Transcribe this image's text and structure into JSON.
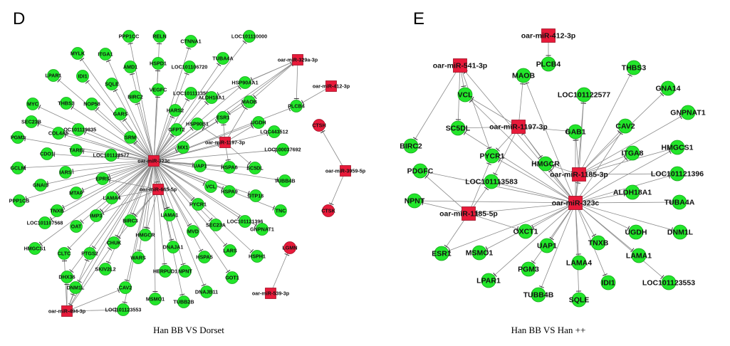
{
  "panels": [
    {
      "letter": "D",
      "caption": "Han BB VS Dorset",
      "hub": "oar-miR-323c",
      "nodes": [
        {
          "id": "hub",
          "label": "oar-miR-323c",
          "type": "mirna"
        },
        {
          "id": "m665",
          "label": "oar-miR-665-5p",
          "type": "mirna"
        },
        {
          "id": "m1197",
          "label": "oar-miR-1197-3p",
          "type": "mirna"
        },
        {
          "id": "m329",
          "label": "oar-miR-329a-3p",
          "type": "mirna"
        },
        {
          "id": "m412",
          "label": "oar-miR-412-3p",
          "type": "mirna"
        },
        {
          "id": "m494",
          "label": "oar-miR-494-3p",
          "type": "mirna"
        },
        {
          "id": "m3959",
          "label": "oar-miR-3959-5p",
          "type": "mirna"
        },
        {
          "id": "m539",
          "label": "oar-miR-539-3p",
          "type": "mirna"
        },
        {
          "id": "CTSH",
          "label": "CTSH",
          "type": "target"
        },
        {
          "id": "CTSK",
          "label": "CTSK",
          "type": "target"
        },
        {
          "id": "LGMN",
          "label": "LGMN",
          "type": "target"
        },
        {
          "id": "PPP1CC",
          "label": "PPP1CC",
          "type": "gene"
        },
        {
          "id": "RELN",
          "label": "RELN",
          "type": "gene"
        },
        {
          "id": "CTNNA1",
          "label": "CTNNA1",
          "type": "gene"
        },
        {
          "id": "LOC101110000",
          "label": "LOC101110000",
          "type": "gene"
        },
        {
          "id": "MYLK",
          "label": "MYLK",
          "type": "gene"
        },
        {
          "id": "ITGA1",
          "label": "ITGA1",
          "type": "gene"
        },
        {
          "id": "AMD1",
          "label": "AMD1",
          "type": "gene"
        },
        {
          "id": "HSPD1",
          "label": "HSPD1",
          "type": "gene"
        },
        {
          "id": "LOC101106720",
          "label": "LOC101106720",
          "type": "gene"
        },
        {
          "id": "TUBA4A",
          "label": "TUBA4A",
          "type": "gene"
        },
        {
          "id": "LPAR1",
          "label": "LPAR1",
          "type": "gene"
        },
        {
          "id": "IDI1",
          "label": "IDI1",
          "type": "gene"
        },
        {
          "id": "SQLE",
          "label": "SQLE",
          "type": "gene"
        },
        {
          "id": "BIRC2",
          "label": "BIRC2",
          "type": "gene"
        },
        {
          "id": "VEGFC",
          "label": "VEGFC",
          "type": "gene"
        },
        {
          "id": "LOC101111350",
          "label": "LOC101111350",
          "type": "gene"
        },
        {
          "id": "HSP90AA1",
          "label": "HSP90AA1",
          "type": "gene"
        },
        {
          "id": "ALDH18A1",
          "label": "ALDH18A1",
          "type": "gene"
        },
        {
          "id": "MAOB",
          "label": "MAOB",
          "type": "gene"
        },
        {
          "id": "PLCB4",
          "label": "PLCB4",
          "type": "gene"
        },
        {
          "id": "MYC",
          "label": "MYC",
          "type": "gene"
        },
        {
          "id": "THBS3",
          "label": "THBS3",
          "type": "gene"
        },
        {
          "id": "NOP58",
          "label": "NOP58",
          "type": "gene"
        },
        {
          "id": "GARS",
          "label": "GARS",
          "type": "gene"
        },
        {
          "id": "HARS2",
          "label": "HARS2",
          "type": "gene"
        },
        {
          "id": "ESR1",
          "label": "ESR1",
          "type": "gene"
        },
        {
          "id": "UGDH",
          "label": "UGDH",
          "type": "gene"
        },
        {
          "id": "SEC23B",
          "label": "SEC23B",
          "type": "gene"
        },
        {
          "id": "LOC101119835",
          "label": "LOC101119835",
          "type": "gene"
        },
        {
          "id": "HSP90B1",
          "label": "HSP90B1",
          "type": "gene"
        },
        {
          "id": "LOC443512",
          "label": "LOC443512",
          "type": "gene"
        },
        {
          "id": "PGM3",
          "label": "PGM3",
          "type": "gene"
        },
        {
          "id": "COL4A5",
          "label": "COL4A5",
          "type": "gene"
        },
        {
          "id": "SRM",
          "label": "SRM",
          "type": "gene"
        },
        {
          "id": "GFPT2",
          "label": "GFPT2",
          "type": "gene"
        },
        {
          "id": "TARB",
          "label": "TARB",
          "type": "gene"
        },
        {
          "id": "MX1",
          "label": "MX1",
          "type": "gene"
        },
        {
          "id": "LOC100037692",
          "label": "LOC100037692",
          "type": "gene"
        },
        {
          "id": "CDO1",
          "label": "CDO1",
          "type": "gene"
        },
        {
          "id": "LOC101122577",
          "label": "LOC101122577",
          "type": "gene"
        },
        {
          "id": "UAP1",
          "label": "UAP1",
          "type": "gene"
        },
        {
          "id": "HSPA6",
          "label": "HSPA6",
          "type": "gene"
        },
        {
          "id": "SC5DL",
          "label": "SC5DL",
          "type": "gene"
        },
        {
          "id": "GCLM",
          "label": "GCLM",
          "type": "gene"
        },
        {
          "id": "IARS",
          "label": "IARS",
          "type": "gene"
        },
        {
          "id": "EPRS",
          "label": "EPRS",
          "type": "gene"
        },
        {
          "id": "TUBB4B",
          "label": "TUBB4B",
          "type": "gene"
        },
        {
          "id": "GNAI1",
          "label": "GNAI1",
          "type": "gene"
        },
        {
          "id": "MTAP",
          "label": "MTAP",
          "type": "gene"
        },
        {
          "id": "LAMA4",
          "label": "LAMA4",
          "type": "gene"
        },
        {
          "id": "VCL",
          "label": "VCL",
          "type": "gene"
        },
        {
          "id": "HSPA9",
          "label": "HSPA9",
          "type": "gene"
        },
        {
          "id": "DTP18",
          "label": "DTP18",
          "type": "gene"
        },
        {
          "id": "PPP1CB",
          "label": "PPP1CB",
          "type": "gene"
        },
        {
          "id": "TNXB",
          "label": "TNXB",
          "type": "gene"
        },
        {
          "id": "IMP3",
          "label": "IMP3",
          "type": "gene"
        },
        {
          "id": "LAMA1",
          "label": "LAMA1",
          "type": "gene"
        },
        {
          "id": "PYCR1",
          "label": "PYCR1",
          "type": "gene"
        },
        {
          "id": "TNC",
          "label": "TNC",
          "type": "gene"
        },
        {
          "id": "LOC101107568",
          "label": "LOC101107568",
          "type": "gene"
        },
        {
          "id": "OAT",
          "label": "OAT",
          "type": "gene"
        },
        {
          "id": "BIRC3",
          "label": "BIRC3",
          "type": "gene"
        },
        {
          "id": "MVD",
          "label": "MVD",
          "type": "gene"
        },
        {
          "id": "SEC23A",
          "label": "SEC23A",
          "type": "gene"
        },
        {
          "id": "LOC101121396",
          "label": "LOC101121396",
          "type": "gene"
        },
        {
          "id": "GNPNAT1",
          "label": "GNPNAT1",
          "type": "gene"
        },
        {
          "id": "HMGCS1",
          "label": "HMGCS1",
          "type": "gene"
        },
        {
          "id": "CLTC",
          "label": "CLTC",
          "type": "gene"
        },
        {
          "id": "PTGS2",
          "label": "PTGS2",
          "type": "gene"
        },
        {
          "id": "CHUK",
          "label": "CHUK",
          "type": "gene"
        },
        {
          "id": "HMGCR",
          "label": "HMGCR",
          "type": "gene"
        },
        {
          "id": "DNAJA1",
          "label": "DNAJA1",
          "type": "gene"
        },
        {
          "id": "HSPA5",
          "label": "HSPA5",
          "type": "gene"
        },
        {
          "id": "LARS",
          "label": "LARS",
          "type": "gene"
        },
        {
          "id": "HSPH1",
          "label": "HSPH1",
          "type": "gene"
        },
        {
          "id": "DHX36",
          "label": "DHX36",
          "type": "gene"
        },
        {
          "id": "SKIV2L2",
          "label": "SKIV2L2",
          "type": "gene"
        },
        {
          "id": "WARS",
          "label": "WARS",
          "type": "gene"
        },
        {
          "id": "HERPUD1",
          "label": "HERPUD1",
          "type": "gene"
        },
        {
          "id": "NPNT",
          "label": "NPNT",
          "type": "gene"
        },
        {
          "id": "GOT1",
          "label": "GOT1",
          "type": "gene"
        },
        {
          "id": "DNM1L",
          "label": "DNM1L",
          "type": "gene"
        },
        {
          "id": "CAV2",
          "label": "CAV2",
          "type": "gene"
        },
        {
          "id": "MSMO1",
          "label": "MSMO1",
          "type": "gene"
        },
        {
          "id": "TUBB2B",
          "label": "TUBB2B",
          "type": "gene"
        },
        {
          "id": "DNAJB11",
          "label": "DNAJB11",
          "type": "gene"
        },
        {
          "id": "LOC101123553",
          "label": "LOC101123553",
          "type": "gene"
        }
      ]
    },
    {
      "letter": "E",
      "caption": "Han BB VS Han ++",
      "hub": "oar-miR-323c",
      "nodes": [
        {
          "id": "hub",
          "label": "oar-miR-323c",
          "type": "mirna"
        },
        {
          "id": "m412",
          "label": "oar-miR-412-3p",
          "type": "mirna"
        },
        {
          "id": "m541",
          "label": "oar-miR-541-3p",
          "type": "mirna"
        },
        {
          "id": "m1197",
          "label": "oar-miR-1197-3p",
          "type": "mirna"
        },
        {
          "id": "m1185_3p",
          "label": "oar-miR-1185-3p",
          "type": "mirna"
        },
        {
          "id": "m1185_5p",
          "label": "oar-miR-1185-5p",
          "type": "mirna"
        },
        {
          "id": "PLCB4",
          "label": "PLCB4",
          "type": "gene"
        },
        {
          "id": "MAOB",
          "label": "MAOB",
          "type": "gene"
        },
        {
          "id": "THBS3",
          "label": "THBS3",
          "type": "gene"
        },
        {
          "id": "GNA14",
          "label": "GNA14",
          "type": "gene"
        },
        {
          "id": "VCL",
          "label": "VCL",
          "type": "gene"
        },
        {
          "id": "LOC101122577",
          "label": "LOC101122577",
          "type": "gene"
        },
        {
          "id": "GNPNAT1",
          "label": "GNPNAT1",
          "type": "gene"
        },
        {
          "id": "SC5DL",
          "label": "SC5DL",
          "type": "gene"
        },
        {
          "id": "GAB1",
          "label": "GAB1",
          "type": "gene"
        },
        {
          "id": "CAV2",
          "label": "CAV2",
          "type": "gene"
        },
        {
          "id": "BIRC2",
          "label": "BIRC2",
          "type": "gene"
        },
        {
          "id": "PYCR1",
          "label": "PYCR1",
          "type": "gene"
        },
        {
          "id": "HMGCR",
          "label": "HMGCR",
          "type": "gene"
        },
        {
          "id": "ITGA8",
          "label": "ITGA8",
          "type": "gene"
        },
        {
          "id": "HMGCS1",
          "label": "HMGCS1",
          "type": "gene"
        },
        {
          "id": "PDGFC",
          "label": "PDGFC",
          "type": "gene"
        },
        {
          "id": "LOC101113583",
          "label": "LOC101113583",
          "type": "gene"
        },
        {
          "id": "LOC101121396",
          "label": "LOC101121396",
          "type": "gene"
        },
        {
          "id": "ALDH18A1",
          "label": "ALDH18A1",
          "type": "gene"
        },
        {
          "id": "NPNT",
          "label": "NPNT",
          "type": "gene"
        },
        {
          "id": "TUBA4A",
          "label": "TUBA4A",
          "type": "gene"
        },
        {
          "id": "OXCT1",
          "label": "OXCT1",
          "type": "gene"
        },
        {
          "id": "UGDH",
          "label": "UGDH",
          "type": "gene"
        },
        {
          "id": "DNM1L",
          "label": "DNM1L",
          "type": "gene"
        },
        {
          "id": "ESR1",
          "label": "ESR1",
          "type": "gene"
        },
        {
          "id": "MSMO1",
          "label": "MSMO1",
          "type": "gene"
        },
        {
          "id": "UAP1",
          "label": "UAP1",
          "type": "gene"
        },
        {
          "id": "TNXB",
          "label": "TNXB",
          "type": "gene"
        },
        {
          "id": "LAMA1",
          "label": "LAMA1",
          "type": "gene"
        },
        {
          "id": "PGM3",
          "label": "PGM3",
          "type": "gene"
        },
        {
          "id": "LAMA4",
          "label": "LAMA4",
          "type": "gene"
        },
        {
          "id": "LPAR1",
          "label": "LPAR1",
          "type": "gene"
        },
        {
          "id": "IDI1",
          "label": "IDI1",
          "type": "gene"
        },
        {
          "id": "LOC101123553",
          "label": "LOC101123553",
          "type": "gene"
        },
        {
          "id": "TUBB4B",
          "label": "TUBB4B",
          "type": "gene"
        },
        {
          "id": "SQLE",
          "label": "SQLE",
          "type": "gene"
        }
      ]
    }
  ],
  "colors": {
    "gene": "#22e62a",
    "mirna": "#e81a3a",
    "edge": "#8a8a8a"
  }
}
